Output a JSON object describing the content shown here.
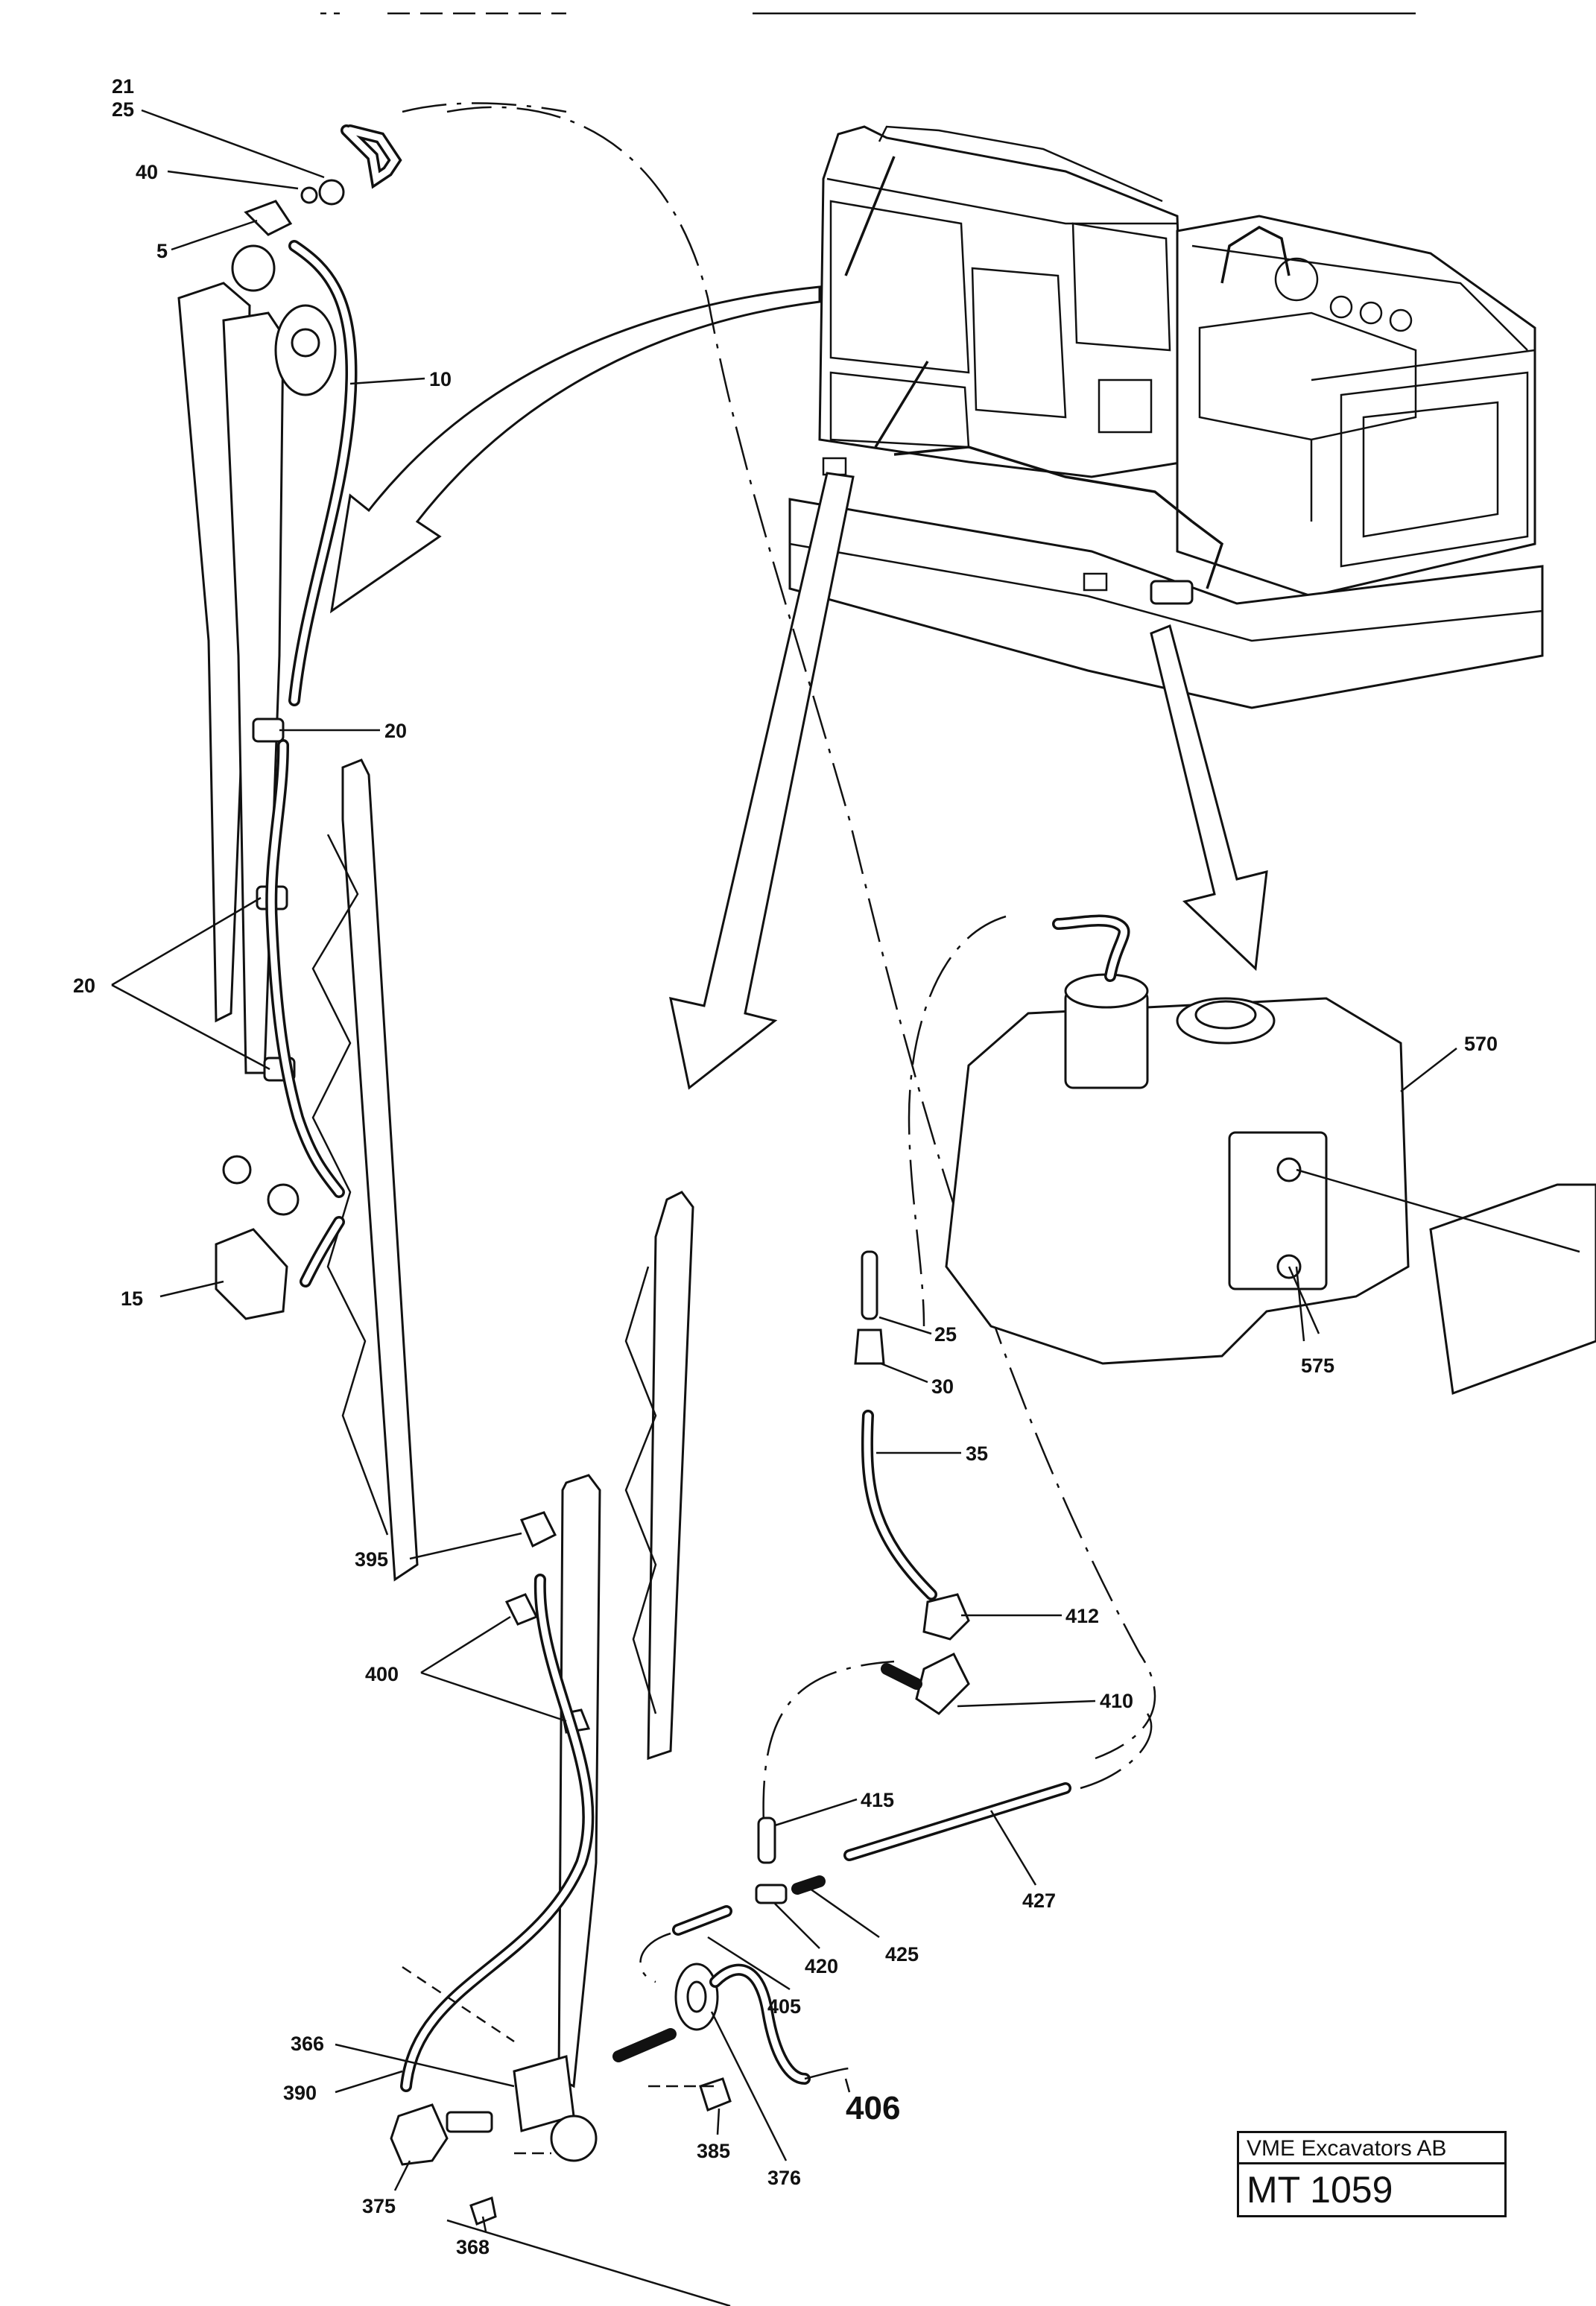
{
  "callouts": {
    "c21": "21",
    "c25a": "25",
    "c40": "40",
    "c5": "5",
    "c10": "10",
    "c20a": "20",
    "c20b": "20",
    "c15": "15",
    "c570": "570",
    "c575": "575",
    "c25b": "25",
    "c30": "30",
    "c35": "35",
    "c412": "412",
    "c410": "410",
    "c415": "415",
    "c427": "427",
    "c425": "425",
    "c420": "420",
    "c405": "405",
    "c406": "406",
    "c395": "395",
    "c400": "400",
    "c366": "366",
    "c390": "390",
    "c375": "375",
    "c368": "368",
    "c385": "385",
    "c376": "376"
  },
  "title_block": {
    "company": "VME Excavators AB",
    "drawing_number": "MT 1059"
  }
}
